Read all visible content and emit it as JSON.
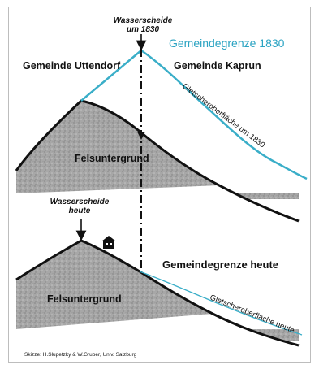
{
  "top": {
    "watershed_label_line1": "Wasserscheide",
    "watershed_label_line2": "um 1830",
    "boundary_label": "Gemeindegrenze 1830",
    "left_municipality": "Gemeinde Uttendorf",
    "right_municipality": "Gemeinde Kaprun",
    "glacier_surface_label": "Gletscheroberfläche um 1830",
    "bedrock_label": "Felsuntergrund"
  },
  "bottom": {
    "watershed_label_line1": "Wasserscheide",
    "watershed_label_line2": "heute",
    "boundary_label": "Gemeindegrenze heute",
    "glacier_surface_label": "Gletscheroberfläche heute",
    "bedrock_label": "Felsuntergrund"
  },
  "credit": "Skizze: H.Slupetzky & W.Gruber, Univ. Salzburg",
  "colors": {
    "glacier_line": "#3aaec8",
    "boundary_label": "#2aa3c2",
    "rock_fill": "#a9a9a9",
    "ridge_line": "#111111"
  }
}
